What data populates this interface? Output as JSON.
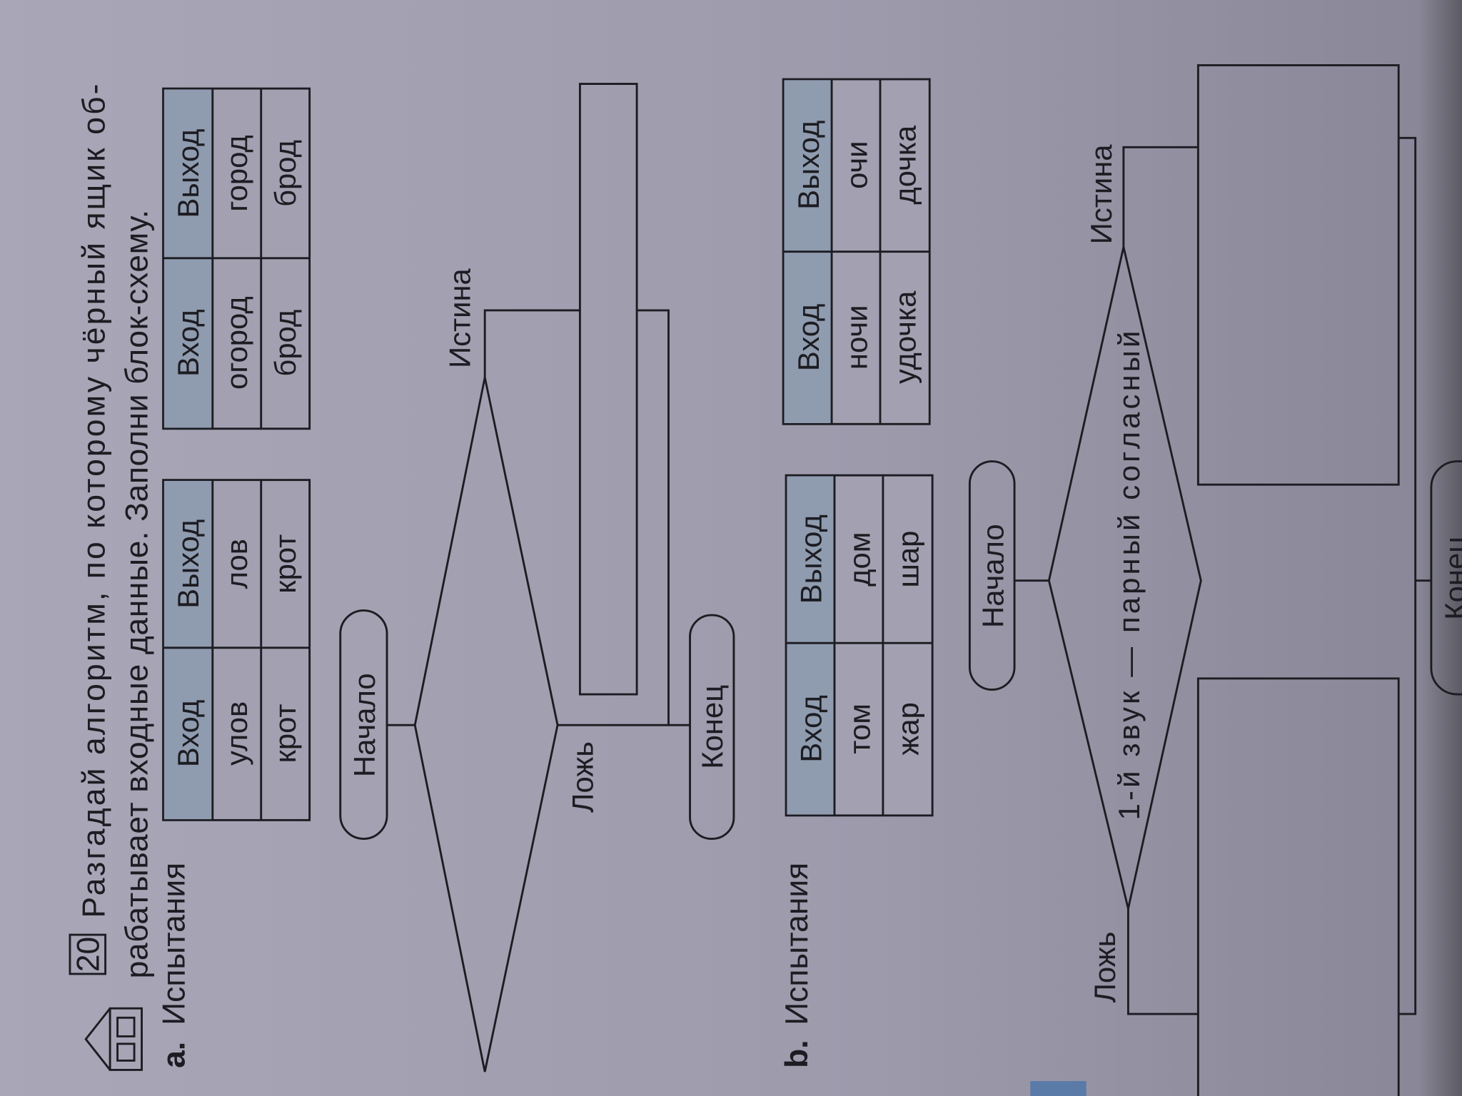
{
  "exercise": {
    "number": "20",
    "icon": "home-task-icon",
    "line1": "Разгадай алгоритм, по которому чёрный ящик об-",
    "line2": "рабатывает входные данные. Заполни блок-схему."
  },
  "part_a": {
    "letter": "а.",
    "label": "Испытания",
    "tables": [
      {
        "headers": [
          "Вход",
          "Выход"
        ],
        "rows": [
          [
            "улов",
            "лов"
          ],
          [
            "крот",
            "крот"
          ]
        ]
      },
      {
        "headers": [
          "Вход",
          "Выход"
        ],
        "rows": [
          [
            "огород",
            "город"
          ],
          [
            "брод",
            "брод"
          ]
        ]
      }
    ],
    "flowchart": {
      "start": "Начало",
      "end": "Конец",
      "condition": "",
      "true_label": "Истина",
      "false_label": "Ложь"
    }
  },
  "part_b": {
    "letter": "b.",
    "label": "Испытания",
    "tables": [
      {
        "headers": [
          "Вход",
          "Выход"
        ],
        "rows": [
          [
            "том",
            "дом"
          ],
          [
            "жар",
            "шар"
          ]
        ]
      },
      {
        "headers": [
          "Вход",
          "Выход"
        ],
        "rows": [
          [
            "ночи",
            "очи"
          ],
          [
            "удочка",
            "дочка"
          ]
        ]
      }
    ],
    "flowchart": {
      "start": "Начало",
      "end": "Конец",
      "condition": "1-й звук — парный согласный",
      "true_label": "Истина",
      "false_label": "Ложь"
    }
  },
  "colors": {
    "paper": "#9a98a8",
    "header_fill": "#8f9bae",
    "ink": "#1c1c22"
  }
}
